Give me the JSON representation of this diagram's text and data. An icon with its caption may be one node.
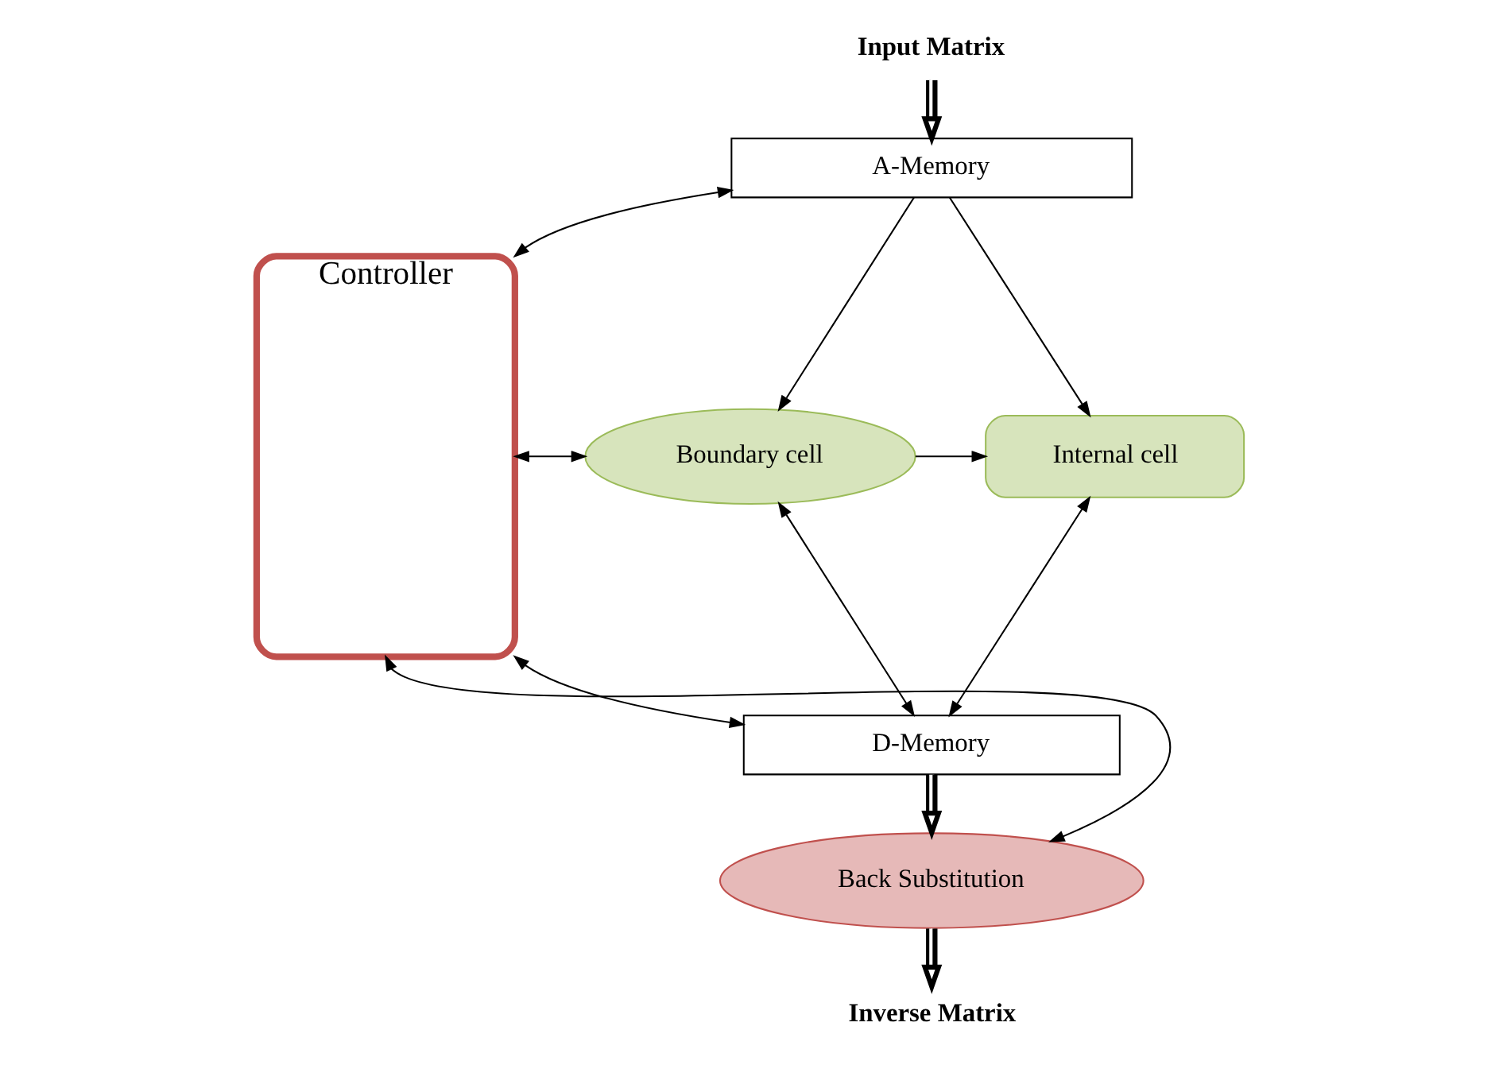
{
  "diagram": {
    "nodes": [
      {
        "text": [
          "Controller"
        ]
      },
      {
        "text": [
          "Input Matrix"
        ]
      },
      {
        "text": [
          "A-Memory"
        ]
      },
      {
        "text": [
          "Boundary cell"
        ]
      },
      {
        "text": [
          "Internal cell"
        ]
      },
      {
        "text": [
          "D-Memory"
        ]
      },
      {
        "text": [
          "Back Substitution"
        ]
      },
      {
        "text": [
          "Inverse Matrix"
        ]
      }
    ],
    "edges": [
      {
        "from": 1,
        "to": 2,
        "arrow": "to",
        "style": "thick"
      },
      {
        "from": 0,
        "to": 2,
        "arrow": "both"
      },
      {
        "from": 2,
        "to": 3,
        "arrow": "to"
      },
      {
        "from": 2,
        "to": 4,
        "arrow": "to"
      },
      {
        "from": 0,
        "to": 3,
        "arrow": "both"
      },
      {
        "from": 3,
        "to": 4,
        "arrow": "to"
      },
      {
        "from": 3,
        "to": 5,
        "arrow": "both"
      },
      {
        "from": 4,
        "to": 5,
        "arrow": "both"
      },
      {
        "from": 0,
        "to": 5,
        "arrow": "both"
      },
      {
        "from": 5,
        "to": 6,
        "arrow": "to",
        "style": "thick"
      },
      {
        "from": 0,
        "to": 6,
        "arrow": "both"
      },
      {
        "from": 6,
        "to": 7,
        "arrow": "to",
        "style": "thick"
      }
    ]
  }
}
